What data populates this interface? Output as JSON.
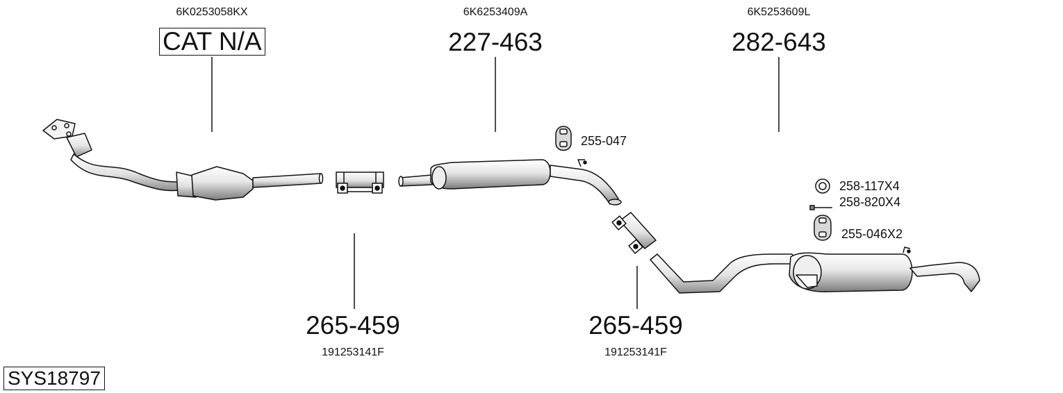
{
  "parts": {
    "catalyst": {
      "oem": "6K0253058KX",
      "code": "CAT N/A"
    },
    "center_muffler": {
      "oem": "6K6253409A",
      "code": "227-463"
    },
    "rear_muffler": {
      "oem": "6K5253609L",
      "code": "282-643"
    },
    "clamp_front": {
      "code": "265-459",
      "oem": "191253141F"
    },
    "clamp_rear": {
      "code": "265-459",
      "oem": "191253141F"
    },
    "hanger_front": {
      "code": "255-047"
    },
    "ring": {
      "code": "258-117X4"
    },
    "bolt": {
      "code": "258-820X4"
    },
    "hanger_rear": {
      "code": "255-046X2"
    }
  },
  "system_id": "SYS18797",
  "colors": {
    "line": "#111111",
    "fill": "#ffffff",
    "shade": "#9a9a9a"
  }
}
